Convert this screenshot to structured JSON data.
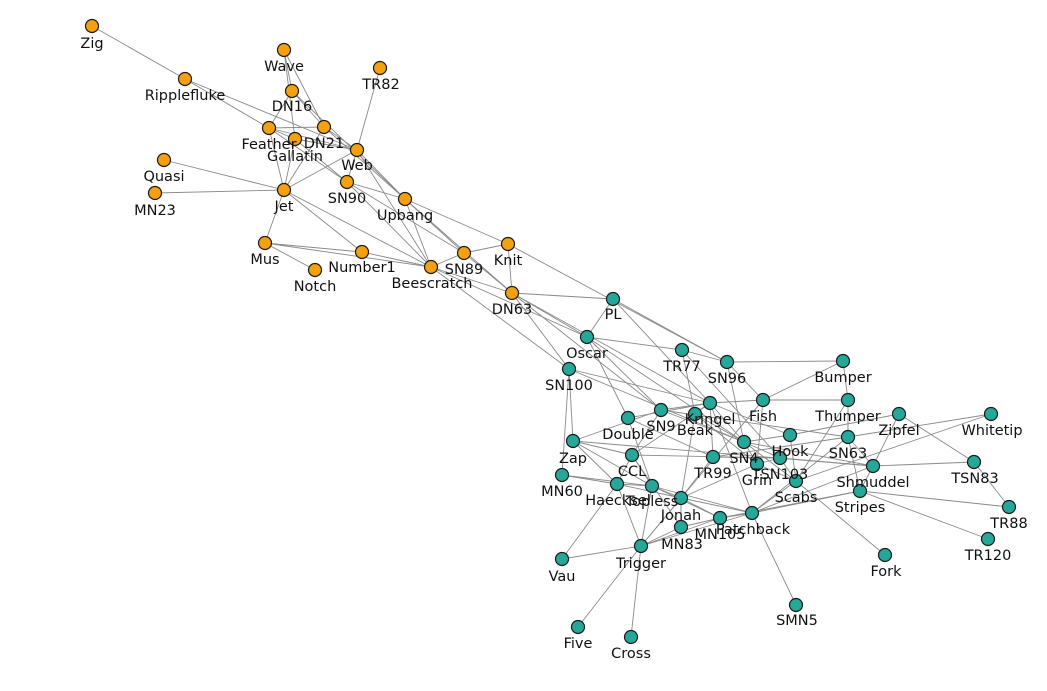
{
  "graph": {
    "colors": {
      "group_a": "#f5a00f",
      "group_b": "#25a89a",
      "edge": "#8a8a8a",
      "node_outline": "#1a1a1a"
    },
    "nodes": [
      {
        "id": "Zig",
        "group": "a"
      },
      {
        "id": "Ripplefluke",
        "group": "a"
      },
      {
        "id": "Wave",
        "group": "a"
      },
      {
        "id": "TR82",
        "group": "a"
      },
      {
        "id": "DN16",
        "group": "a"
      },
      {
        "id": "Feather",
        "group": "a"
      },
      {
        "id": "DN21",
        "group": "a"
      },
      {
        "id": "Gallatin",
        "group": "a"
      },
      {
        "id": "Web",
        "group": "a"
      },
      {
        "id": "Quasi",
        "group": "a"
      },
      {
        "id": "MN23",
        "group": "a"
      },
      {
        "id": "Jet",
        "group": "a"
      },
      {
        "id": "SN90",
        "group": "a"
      },
      {
        "id": "Upbang",
        "group": "a"
      },
      {
        "id": "Mus",
        "group": "a"
      },
      {
        "id": "Number1",
        "group": "a"
      },
      {
        "id": "Notch",
        "group": "a"
      },
      {
        "id": "SN89",
        "group": "a"
      },
      {
        "id": "Knit",
        "group": "a"
      },
      {
        "id": "Beescratch",
        "group": "a"
      },
      {
        "id": "DN63",
        "group": "a"
      },
      {
        "id": "PL",
        "group": "b"
      },
      {
        "id": "Oscar",
        "group": "b"
      },
      {
        "id": "SN100",
        "group": "b"
      },
      {
        "id": "TR77",
        "group": "b"
      },
      {
        "id": "SN96",
        "group": "b"
      },
      {
        "id": "Bumper",
        "group": "b"
      },
      {
        "id": "Fish",
        "group": "b"
      },
      {
        "id": "Thumper",
        "group": "b"
      },
      {
        "id": "Zipfel",
        "group": "b"
      },
      {
        "id": "Whitetip",
        "group": "b"
      },
      {
        "id": "Double",
        "group": "b"
      },
      {
        "id": "SN9",
        "group": "b"
      },
      {
        "id": "Beak",
        "group": "b"
      },
      {
        "id": "Kringel",
        "group": "b"
      },
      {
        "id": "Hook",
        "group": "b"
      },
      {
        "id": "Zap",
        "group": "b"
      },
      {
        "id": "SN4",
        "group": "b"
      },
      {
        "id": "SN63",
        "group": "b"
      },
      {
        "id": "TR99",
        "group": "b"
      },
      {
        "id": "Grin",
        "group": "b"
      },
      {
        "id": "TSN103",
        "group": "b"
      },
      {
        "id": "CCL",
        "group": "b"
      },
      {
        "id": "MN60",
        "group": "b"
      },
      {
        "id": "Shmuddel",
        "group": "b"
      },
      {
        "id": "TSN83",
        "group": "b"
      },
      {
        "id": "Scabs",
        "group": "b"
      },
      {
        "id": "Haecksel",
        "group": "b"
      },
      {
        "id": "Topless",
        "group": "b"
      },
      {
        "id": "Jonah",
        "group": "b"
      },
      {
        "id": "Stripes",
        "group": "b"
      },
      {
        "id": "Patchback",
        "group": "b"
      },
      {
        "id": "MN105",
        "group": "b"
      },
      {
        "id": "MN83",
        "group": "b"
      },
      {
        "id": "TR88",
        "group": "b"
      },
      {
        "id": "TR120",
        "group": "b"
      },
      {
        "id": "Trigger",
        "group": "b"
      },
      {
        "id": "Vau",
        "group": "b"
      },
      {
        "id": "Fork",
        "group": "b"
      },
      {
        "id": "SMN5",
        "group": "b"
      },
      {
        "id": "Five",
        "group": "b"
      },
      {
        "id": "Cross",
        "group": "b"
      }
    ],
    "edges": [
      [
        "Zig",
        "Ripplefluke"
      ],
      [
        "Ripplefluke",
        "Feather"
      ],
      [
        "Ripplefluke",
        "Web"
      ],
      [
        "Wave",
        "DN16"
      ],
      [
        "Wave",
        "DN21"
      ],
      [
        "Wave",
        "Gallatin"
      ],
      [
        "TR82",
        "Web"
      ],
      [
        "DN16",
        "Feather"
      ],
      [
        "DN16",
        "DN21"
      ],
      [
        "DN16",
        "Upbang"
      ],
      [
        "Feather",
        "Gallatin"
      ],
      [
        "Feather",
        "DN21"
      ],
      [
        "Feather",
        "Web"
      ],
      [
        "Feather",
        "Jet"
      ],
      [
        "Feather",
        "SN90"
      ],
      [
        "DN21",
        "Web"
      ],
      [
        "DN21",
        "Jet"
      ],
      [
        "DN21",
        "Upbang"
      ],
      [
        "Gallatin",
        "Web"
      ],
      [
        "Gallatin",
        "Jet"
      ],
      [
        "Gallatin",
        "SN90"
      ],
      [
        "Web",
        "Jet"
      ],
      [
        "Web",
        "Upbang"
      ],
      [
        "Web",
        "SN90"
      ],
      [
        "Web",
        "Beescratch"
      ],
      [
        "Quasi",
        "Jet"
      ],
      [
        "MN23",
        "Jet"
      ],
      [
        "Jet",
        "Mus"
      ],
      [
        "Jet",
        "Beescratch"
      ],
      [
        "Jet",
        "Number1"
      ],
      [
        "SN90",
        "Upbang"
      ],
      [
        "SN90",
        "SN89"
      ],
      [
        "SN90",
        "Beescratch"
      ],
      [
        "Upbang",
        "Beescratch"
      ],
      [
        "Upbang",
        "SN89"
      ],
      [
        "Upbang",
        "Knit"
      ],
      [
        "Upbang",
        "DN63"
      ],
      [
        "Mus",
        "Number1"
      ],
      [
        "Mus",
        "Notch"
      ],
      [
        "Mus",
        "Beescratch"
      ],
      [
        "Number1",
        "Beescratch"
      ],
      [
        "SN89",
        "Knit"
      ],
      [
        "SN89",
        "DN63"
      ],
      [
        "SN89",
        "Beescratch"
      ],
      [
        "Knit",
        "DN63"
      ],
      [
        "Knit",
        "SN96"
      ],
      [
        "Beescratch",
        "DN63"
      ],
      [
        "Beescratch",
        "SN100"
      ],
      [
        "Beescratch",
        "Oscar"
      ],
      [
        "DN63",
        "PL"
      ],
      [
        "DN63",
        "Oscar"
      ],
      [
        "DN63",
        "SN100"
      ],
      [
        "DN63",
        "SN9"
      ],
      [
        "DN63",
        "Kringel"
      ],
      [
        "PL",
        "Oscar"
      ],
      [
        "PL",
        "SN96"
      ],
      [
        "PL",
        "Kringel"
      ],
      [
        "Oscar",
        "TR77"
      ],
      [
        "Oscar",
        "Double"
      ],
      [
        "Oscar",
        "SN4"
      ],
      [
        "SN100",
        "Zap"
      ],
      [
        "SN100",
        "MN60"
      ],
      [
        "SN100",
        "Kringel"
      ],
      [
        "SN100",
        "SN4"
      ],
      [
        "TR77",
        "SN96"
      ],
      [
        "TR77",
        "Beak"
      ],
      [
        "TR77",
        "TSN103"
      ],
      [
        "SN96",
        "Bumper"
      ],
      [
        "SN96",
        "Fish"
      ],
      [
        "SN96",
        "SN4"
      ],
      [
        "Bumper",
        "Fish"
      ],
      [
        "Bumper",
        "Thumper"
      ],
      [
        "Fish",
        "Thumper"
      ],
      [
        "Fish",
        "Kringel"
      ],
      [
        "Fish",
        "Grin"
      ],
      [
        "Fish",
        "Trigger"
      ],
      [
        "Thumper",
        "SN63"
      ],
      [
        "Thumper",
        "Scabs"
      ],
      [
        "Zipfel",
        "TSN83"
      ],
      [
        "Zipfel",
        "Shmuddel"
      ],
      [
        "Zipfel",
        "Hook"
      ],
      [
        "Whitetip",
        "SN63"
      ],
      [
        "Whitetip",
        "Scabs"
      ],
      [
        "Double",
        "TR99"
      ],
      [
        "Double",
        "Topless"
      ],
      [
        "SN9",
        "Kringel"
      ],
      [
        "SN9",
        "Zap"
      ],
      [
        "SN9",
        "CCL"
      ],
      [
        "SN9",
        "SN4"
      ],
      [
        "SN9",
        "SN63"
      ],
      [
        "Beak",
        "Kringel"
      ],
      [
        "Beak",
        "SN4"
      ],
      [
        "Beak",
        "Jonah"
      ],
      [
        "Beak",
        "Grin"
      ],
      [
        "Kringel",
        "SN4"
      ],
      [
        "Kringel",
        "Hook"
      ],
      [
        "Kringel",
        "CCL"
      ],
      [
        "Kringel",
        "TR99"
      ],
      [
        "Kringel",
        "Patchback"
      ],
      [
        "Hook",
        "SN4"
      ],
      [
        "Hook",
        "Scabs"
      ],
      [
        "Zap",
        "CCL"
      ],
      [
        "Zap",
        "Haecksel"
      ],
      [
        "Zap",
        "Topless"
      ],
      [
        "Zap",
        "Shmuddel"
      ],
      [
        "SN4",
        "Grin"
      ],
      [
        "SN4",
        "TSN103"
      ],
      [
        "SN4",
        "Shmuddel"
      ],
      [
        "SN4",
        "Scabs"
      ],
      [
        "SN63",
        "Shmuddel"
      ],
      [
        "SN63",
        "Stripes"
      ],
      [
        "SN63",
        "Patchback"
      ],
      [
        "TR99",
        "TSN103"
      ],
      [
        "TR99",
        "Jonah"
      ],
      [
        "TR99",
        "SN63"
      ],
      [
        "Grin",
        "TSN103"
      ],
      [
        "Grin",
        "Scabs"
      ],
      [
        "Grin",
        "Jonah"
      ],
      [
        "TSN103",
        "Scabs"
      ],
      [
        "TSN103",
        "Shmuddel"
      ],
      [
        "CCL",
        "Haecksel"
      ],
      [
        "CCL",
        "Topless"
      ],
      [
        "CCL",
        "MN83"
      ],
      [
        "CCL",
        "TSN103"
      ],
      [
        "MN60",
        "Haecksel"
      ],
      [
        "MN60",
        "Topless"
      ],
      [
        "Shmuddel",
        "TSN83"
      ],
      [
        "Shmuddel",
        "Stripes"
      ],
      [
        "Shmuddel",
        "Patchback"
      ],
      [
        "Scabs",
        "Fork"
      ],
      [
        "Scabs",
        "Patchback"
      ],
      [
        "Haecksel",
        "Topless"
      ],
      [
        "Haecksel",
        "Vau"
      ],
      [
        "Haecksel",
        "Trigger"
      ],
      [
        "Haecksel",
        "Jonah"
      ],
      [
        "Topless",
        "Jonah"
      ],
      [
        "Topless",
        "Trigger"
      ],
      [
        "Topless",
        "MN105"
      ],
      [
        "Topless",
        "Patchback"
      ],
      [
        "Jonah",
        "MN105"
      ],
      [
        "Jonah",
        "MN83"
      ],
      [
        "Jonah",
        "Trigger"
      ],
      [
        "Jonah",
        "Patchback"
      ],
      [
        "Stripes",
        "TR88"
      ],
      [
        "Stripes",
        "TR120"
      ],
      [
        "Stripes",
        "Patchback"
      ],
      [
        "Stripes",
        "MN105"
      ],
      [
        "Patchback",
        "MN105"
      ],
      [
        "Patchback",
        "Trigger"
      ],
      [
        "Patchback",
        "SMN5"
      ],
      [
        "MN105",
        "MN83"
      ],
      [
        "MN105",
        "Trigger"
      ],
      [
        "MN83",
        "Trigger"
      ],
      [
        "Trigger",
        "Vau"
      ],
      [
        "Trigger",
        "Five"
      ],
      [
        "Trigger",
        "Cross"
      ],
      [
        "TSN83",
        "TR88"
      ],
      [
        "Oscar",
        "SN9"
      ],
      [
        "Double",
        "Kringel"
      ]
    ]
  }
}
